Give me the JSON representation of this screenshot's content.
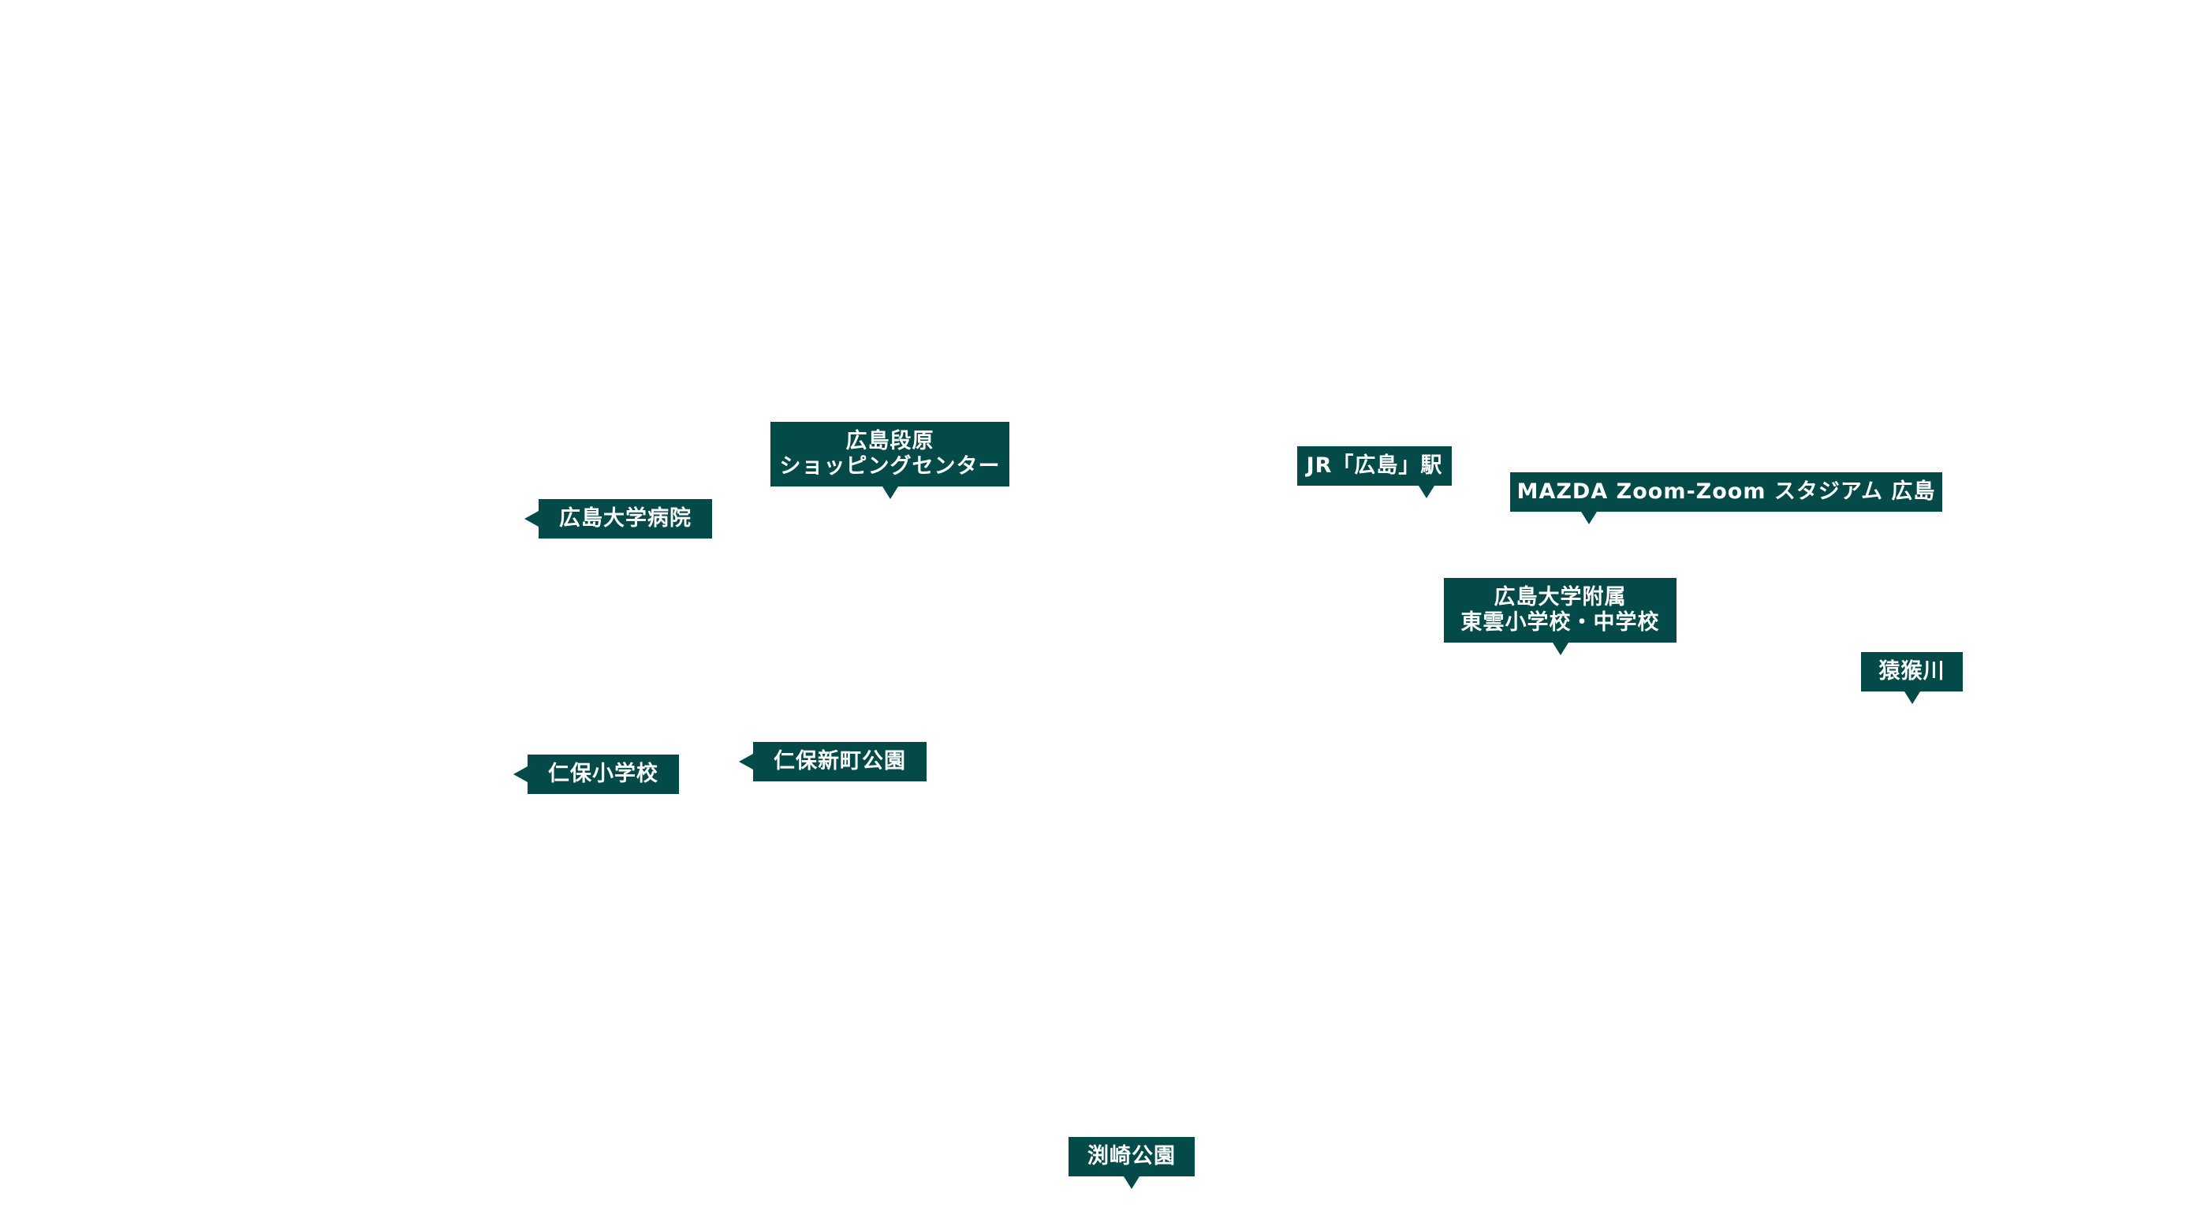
{
  "markers": {
    "danbara_sc": {
      "line1": "広島段原",
      "line2": "ショッピングセンター"
    },
    "hiroshima_station": {
      "label": "JR「広島」駅"
    },
    "mazda_stadium": {
      "label": "MAZDA Zoom-Zoom スタジアム 広島"
    },
    "univ_hospital": {
      "label": "広島大学病院"
    },
    "shinonome_school": {
      "line1": "広島大学附属",
      "line2": "東雲小学校・中学校"
    },
    "enkou_river": {
      "label": "猿猴川"
    },
    "nihoshinmachi_park": {
      "label": "仁保新町公園"
    },
    "niho_elementary": {
      "label": "仁保小学校"
    },
    "fuchizaki_park": {
      "label": "渕崎公園"
    }
  },
  "colors": {
    "marker_bg": "#044a48",
    "marker_text": "#ffffff",
    "background": "#ffffff"
  }
}
